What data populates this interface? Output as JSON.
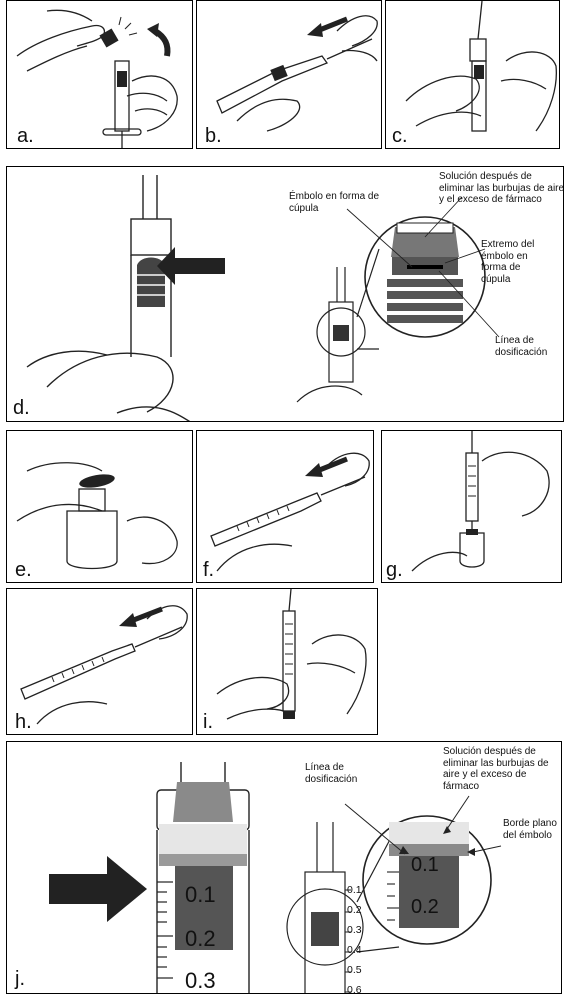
{
  "panels": {
    "a": "a.",
    "b": "b.",
    "c": "c.",
    "d": "d.",
    "e": "e.",
    "f": "f.",
    "g": "g.",
    "h": "h.",
    "i": "i.",
    "j": "j."
  },
  "panel_d": {
    "dome_plunger": "Émbolo en forma de cúpula",
    "solution": "Solución después de eliminar las burbujas de aire y el exceso de fármaco",
    "dome_end": "Extremo del émbolo en forma de cúpula",
    "dosing_line": "Línea de dosificación"
  },
  "panel_j": {
    "dosing_line": "Línea de dosificación",
    "solution": "Solución después de eliminar las burbujas de aire y el exceso de fármaco",
    "flat_edge": "Borde plano del émbolo",
    "large_scale": [
      "0.1",
      "0.2",
      "0.3"
    ],
    "zoom_scale": [
      "0.1",
      "0.2"
    ],
    "syringe_scale": [
      "0.1",
      "0.2",
      "0.3",
      "0.4",
      "0.5",
      "0.6"
    ]
  }
}
